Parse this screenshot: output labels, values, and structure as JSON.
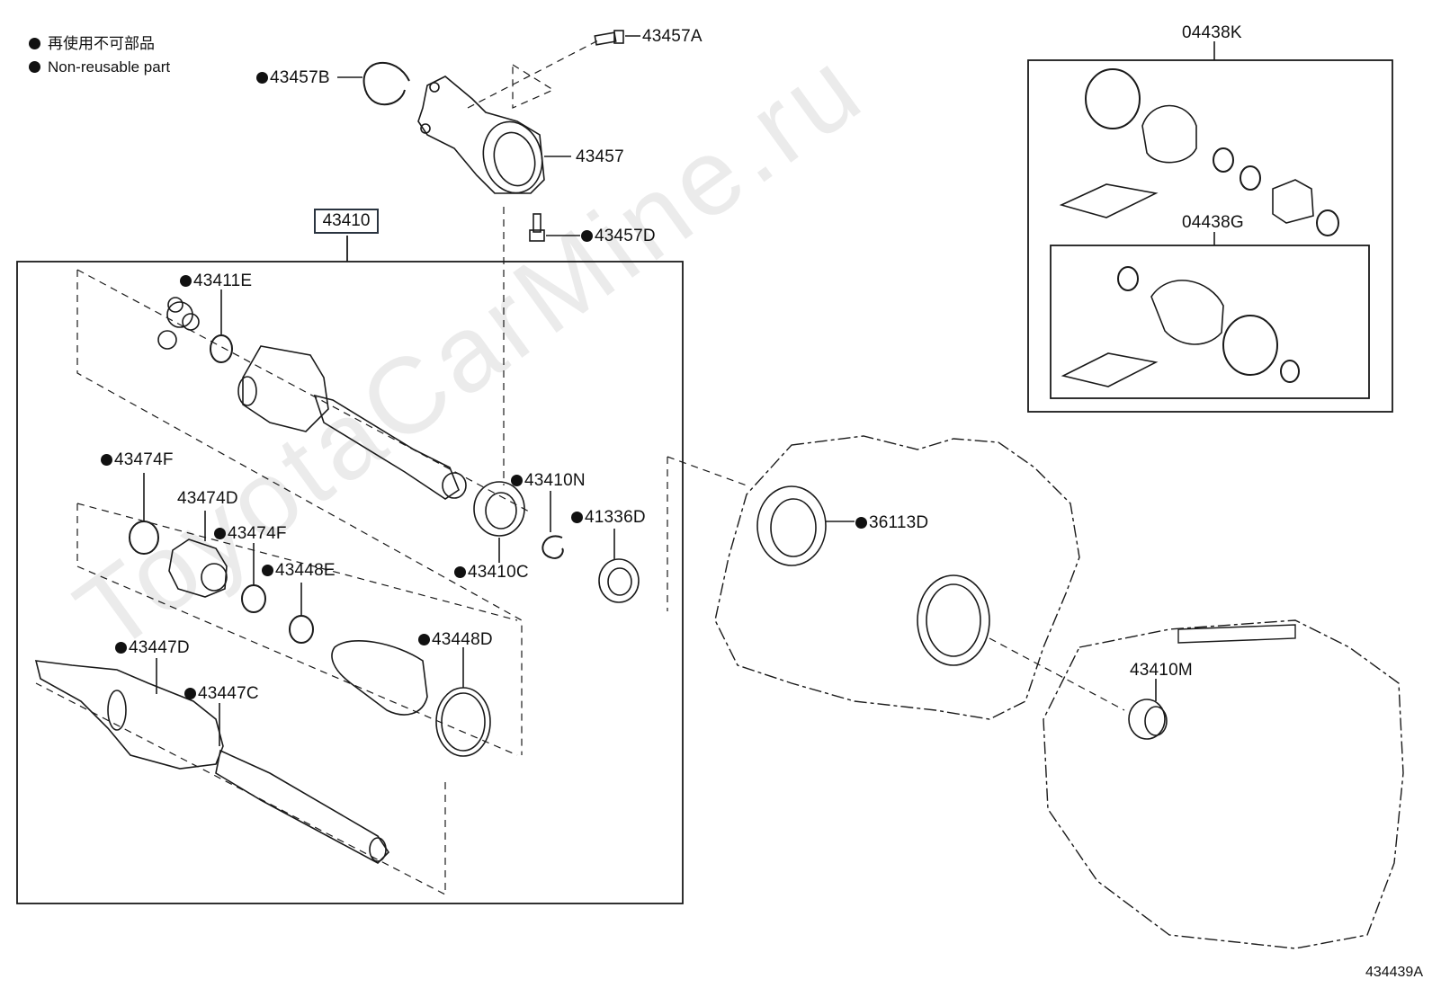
{
  "legend": {
    "line1": "再使用不可部品",
    "line2": "Non-reusable part"
  },
  "watermark": "ToyotaCarMine.ru",
  "diagram_code": "434439A",
  "main_assembly": "43410",
  "kits": {
    "outer": "04438K",
    "inner": "04438G"
  },
  "parts": [
    {
      "id": "p-43457A",
      "code": "43457A",
      "non_reusable": false
    },
    {
      "id": "p-43457B",
      "code": "43457B",
      "non_reusable": true
    },
    {
      "id": "p-43457",
      "code": "43457",
      "non_reusable": false
    },
    {
      "id": "p-43457D",
      "code": "43457D",
      "non_reusable": true
    },
    {
      "id": "p-43411E",
      "code": "43411E",
      "non_reusable": true
    },
    {
      "id": "p-43410N",
      "code": "43410N",
      "non_reusable": true
    },
    {
      "id": "p-43474F-a",
      "code": "43474F",
      "non_reusable": true
    },
    {
      "id": "p-43474D",
      "code": "43474D",
      "non_reusable": false
    },
    {
      "id": "p-43474F-b",
      "code": "43474F",
      "non_reusable": true
    },
    {
      "id": "p-41336D",
      "code": "41336D",
      "non_reusable": true
    },
    {
      "id": "p-43448E",
      "code": "43448E",
      "non_reusable": true
    },
    {
      "id": "p-43410C",
      "code": "43410C",
      "non_reusable": true
    },
    {
      "id": "p-36113D",
      "code": "36113D",
      "non_reusable": true
    },
    {
      "id": "p-43447D",
      "code": "43447D",
      "non_reusable": true
    },
    {
      "id": "p-43448D",
      "code": "43448D",
      "non_reusable": true
    },
    {
      "id": "p-43447C",
      "code": "43447C",
      "non_reusable": true
    },
    {
      "id": "p-43410M",
      "code": "43410M",
      "non_reusable": false
    }
  ]
}
